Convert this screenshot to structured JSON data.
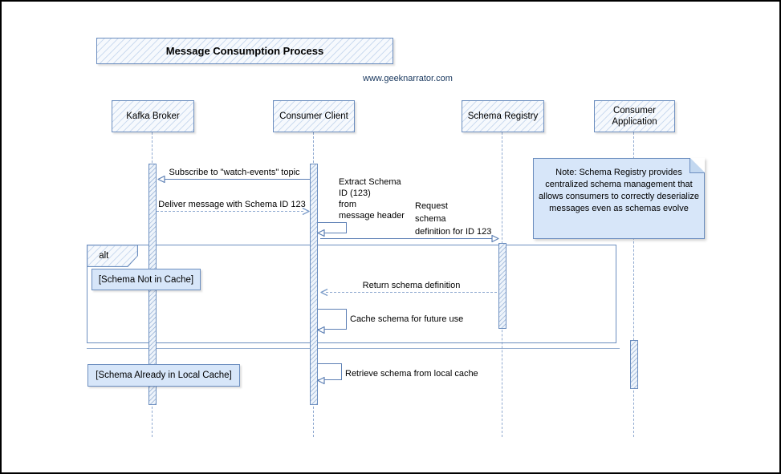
{
  "title": "Message Consumption Process",
  "site_url": "www.geeknarrator.com",
  "actors": {
    "kafka": "Kafka Broker",
    "consumer": "Consumer Client",
    "registry": "Schema Registry",
    "application": "Consumer\nApplication"
  },
  "messages": {
    "subscribe": "Subscribe to \"watch-events\" topic",
    "deliver": "Deliver message with Schema ID 123",
    "extract": "Extract Schema\nID (123)\nfrom\nmessage header",
    "request": "Request\nschema\ndefinition for ID 123",
    "return_schema": "Return schema definition",
    "cache": "Cache schema for future use",
    "retrieve": "Retrieve schema from local cache"
  },
  "fragment": {
    "operator": "alt",
    "guard_not_cached": "[Schema Not in Cache]",
    "guard_cached": "[Schema Already in Local Cache]"
  },
  "note_text": "Note: Schema Registry provides centralized schema management that allows consumers to correctly deserialize messages even as schemas evolve",
  "theme": {
    "border_blue": "#6c8ebf",
    "fill_blue": "#d7e6f9",
    "line_blue": "#5d80b5",
    "lifeline_blue": "#8fa9d0",
    "hatch_blue": "#cddcf0",
    "hatch_bg": "#f6f9fd",
    "url_text": "#17365d",
    "text": "#000000"
  }
}
